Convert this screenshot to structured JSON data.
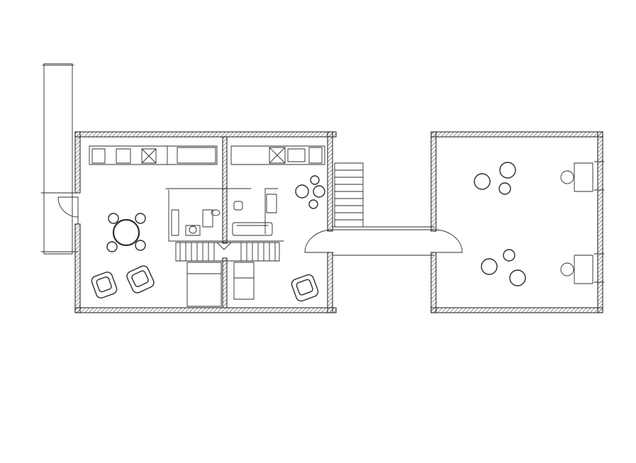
{
  "drawing": {
    "kind": "hand-sketched floor plan",
    "ink_color": "#2b2b2b",
    "paper_color": "#ffffff",
    "labels": []
  },
  "buildings": [
    {
      "name": "main-house",
      "rooms": [
        "living-dining",
        "kitchen",
        "bathroom",
        "stair-hall",
        "bedroom"
      ],
      "furniture": [
        "round-dining-table",
        "four-dining-chairs",
        "two-armchairs",
        "armchair",
        "kitchen-counter",
        "wardrobe",
        "sink",
        "toilet",
        "bathtub"
      ]
    },
    {
      "name": "annex",
      "rooms": [
        "studio"
      ],
      "furniture": [
        "two-desks",
        "scattered-stools"
      ]
    }
  ],
  "connections": [
    "exterior-stair",
    "covered-walkway",
    "projecting-chimney"
  ]
}
